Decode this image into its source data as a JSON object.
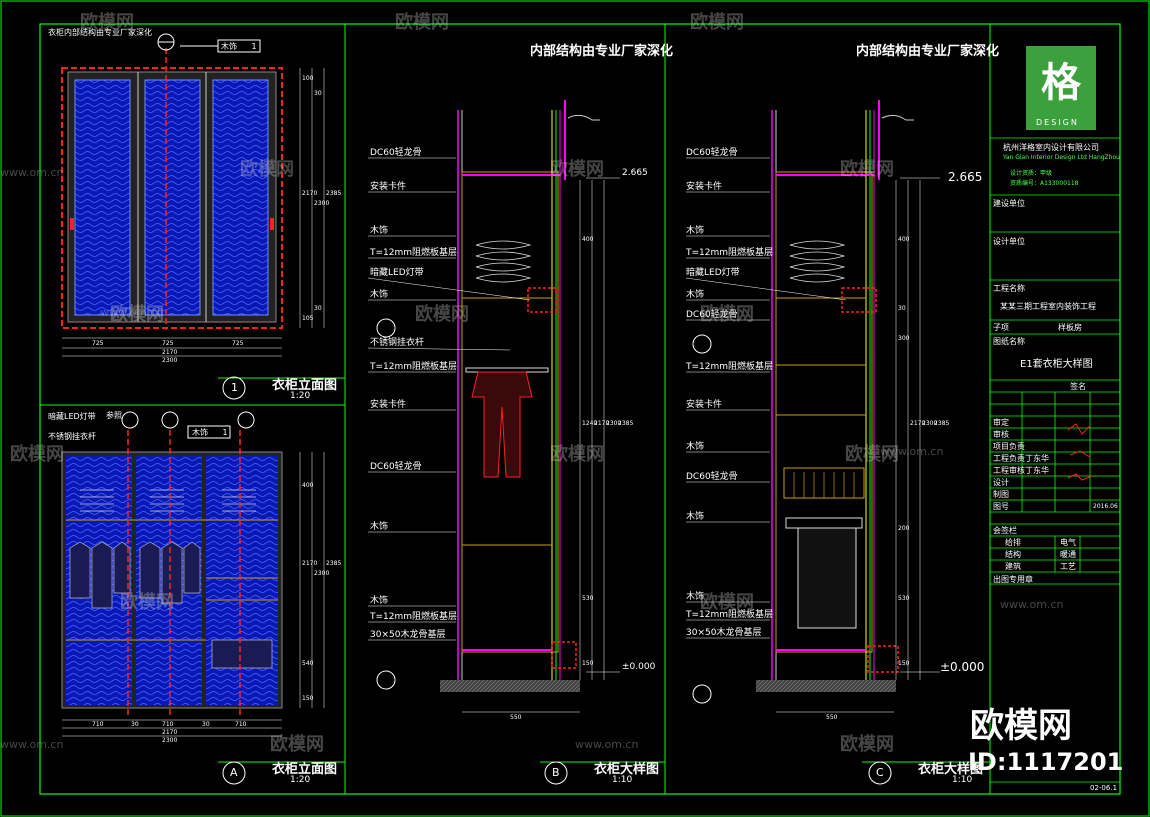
{
  "colors": {
    "border": "#00ff00",
    "cabinet_blue": "#1020d0",
    "dash_red": "#ff2020",
    "magenta": "#ff00ff",
    "yellow": "#ffff00",
    "text": "#ffffff"
  },
  "panel1": {
    "note": "衣柜内部结构由专业厂家深化",
    "tag": "木饰",
    "tag_num": "1",
    "title": "衣柜立面图",
    "num": "1",
    "scale": "1:20",
    "dims_bottom": [
      "725",
      "725",
      "725"
    ],
    "dim_2170": "2170",
    "dim_2300": "2300",
    "dims_right": [
      "100",
      "30",
      "2170",
      "2300",
      "2385",
      "30",
      "105"
    ]
  },
  "panelA": {
    "labels": [
      "暗藏LED灯带",
      "不锈钢挂衣杆"
    ],
    "ref": "参照",
    "tag": "木饰",
    "tag_num": "1",
    "title": "衣柜立面图",
    "num": "A",
    "scale": "1:20",
    "dims_bottom": [
      "710",
      "30",
      "710",
      "30",
      "710"
    ],
    "dim_2170": "2170",
    "dim_2300": "2300",
    "dims_right": [
      "400",
      "2170",
      "2300",
      "2385",
      "540",
      "150"
    ]
  },
  "panelB": {
    "note": "内部结构由专业厂家深化",
    "labels": [
      "DC60轻龙骨",
      "安装卡件",
      "木饰",
      "T=12mm阻燃板基层",
      "暗藏LED灯带",
      "木饰",
      "不锈钢挂衣杆",
      "T=12mm阻燃板基层",
      "安装卡件",
      "DC60轻龙骨",
      "木饰",
      "木饰",
      "T=12mm阻燃板基层",
      "30×50木龙骨基层"
    ],
    "level_top": "2.665",
    "level_bottom": "±0.000",
    "dim_550": "550",
    "title": "衣柜大样图",
    "num": "B",
    "scale": "1:10",
    "dims_right": [
      "400",
      "1240",
      "530",
      "2170",
      "2300",
      "2385",
      "150"
    ]
  },
  "panelC": {
    "note": "内部结构由专业厂家深化",
    "labels": [
      "DC60轻龙骨",
      "安装卡件",
      "木饰",
      "T=12mm阻燃板基层",
      "暗藏LED灯带",
      "木饰",
      "DC60轻龙骨",
      "T=12mm阻燃板基层",
      "安装卡件",
      "木饰",
      "DC60轻龙骨",
      "木饰",
      "木饰",
      "T=12mm阻燃板基层",
      "30×50木龙骨基层"
    ],
    "level_top": "2.665",
    "level_bottom": "±0.000",
    "dim_550": "550",
    "title": "衣柜大样图",
    "num": "C",
    "scale": "1:10",
    "dims_right": [
      "400",
      "30",
      "300",
      "2170",
      "2300",
      "2385",
      "200",
      "530",
      "150"
    ]
  },
  "titleblock": {
    "logo_word": "DESIGN",
    "company": "杭州洋格室内设计有限公司",
    "company_en": "Yan Gian Interior Design Ltd HangZhou",
    "cert1": "设计资质：甲级",
    "cert2": "资质编号：A133000118",
    "unit1": "建设单位",
    "unit2": "设计单位",
    "project_label": "工程名称",
    "project": "某某三期工程室内装饰工程",
    "sub_label": "子项",
    "sub": "样板房",
    "drawing_label": "图纸名称",
    "drawing": "E1套衣柜大样图",
    "sign_head": "签名",
    "rows": [
      [
        "审定",
        "",
        ""
      ],
      [
        "审核",
        "",
        ""
      ],
      [
        "项目负责",
        "",
        ""
      ],
      [
        "工程负责",
        "丁东华",
        ""
      ],
      [
        "工程审核",
        "丁东华",
        ""
      ],
      [
        "设计",
        "",
        ""
      ],
      [
        "制图",
        "",
        ""
      ],
      [
        "图号",
        "",
        "2016.06"
      ]
    ],
    "cosign": "会签栏",
    "cosign_rows": [
      [
        "给排",
        "电气"
      ],
      [
        "结构",
        "暖通"
      ],
      [
        "建筑",
        "工艺"
      ]
    ],
    "seal": "出图专用章",
    "sheet_no": "02-06.1"
  },
  "watermark": {
    "brand": "欧模网",
    "id": "ID:1117201",
    "url": "www.om.cn"
  }
}
